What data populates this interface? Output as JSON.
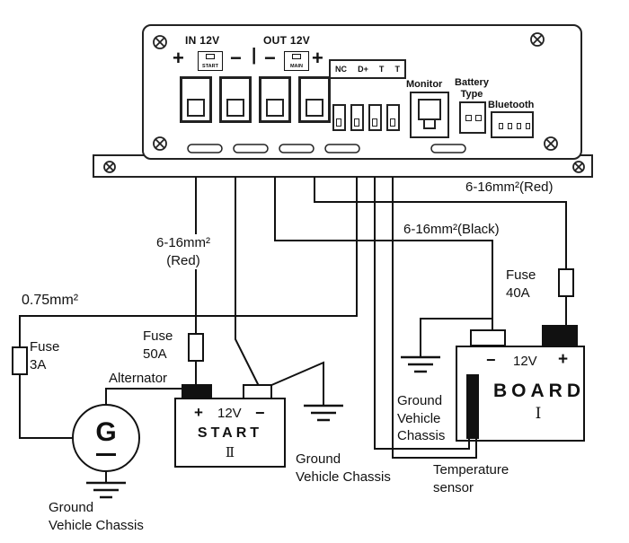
{
  "device": {
    "in_label": "IN 12V",
    "out_label": "OUT 12V",
    "plus": "+",
    "minus": "−",
    "divider": "|",
    "start_connector": "START",
    "main_connector": "MAIN",
    "terminal_labels": [
      "NC",
      "D+",
      "T",
      "T"
    ],
    "monitor_label": "Monitor",
    "battery_type_label": "Battery\nType",
    "bluetooth_label": "Bluetooth"
  },
  "wiring": {
    "in_positive": "6-16mm²\n(Red)",
    "out_positive": "6-16mm²(Red)",
    "out_negative": "6-16mm²(Black)",
    "signal": "0.75mm²",
    "fuse_3a": "Fuse\n3A",
    "fuse_50a": "Fuse\n50A",
    "fuse_40a": "Fuse\n40A",
    "alternator_label": "Alternator",
    "temperature_sensor_label": "Temperature\nsensor",
    "ground_alternator": "Ground\nVehicle Chassis",
    "ground_start": "Ground\nVehicle Chassis",
    "ground_board": "Ground\nVehicle\nChassis"
  },
  "batteries": {
    "start": {
      "plus": "+",
      "voltage": "12V",
      "minus": "−",
      "name": "START",
      "numeral": "Ⅱ"
    },
    "board": {
      "minus": "−",
      "voltage": "12V",
      "plus": "+",
      "name": "BOARD",
      "numeral": "Ⅰ"
    }
  },
  "alternator": {
    "symbol": "G"
  }
}
